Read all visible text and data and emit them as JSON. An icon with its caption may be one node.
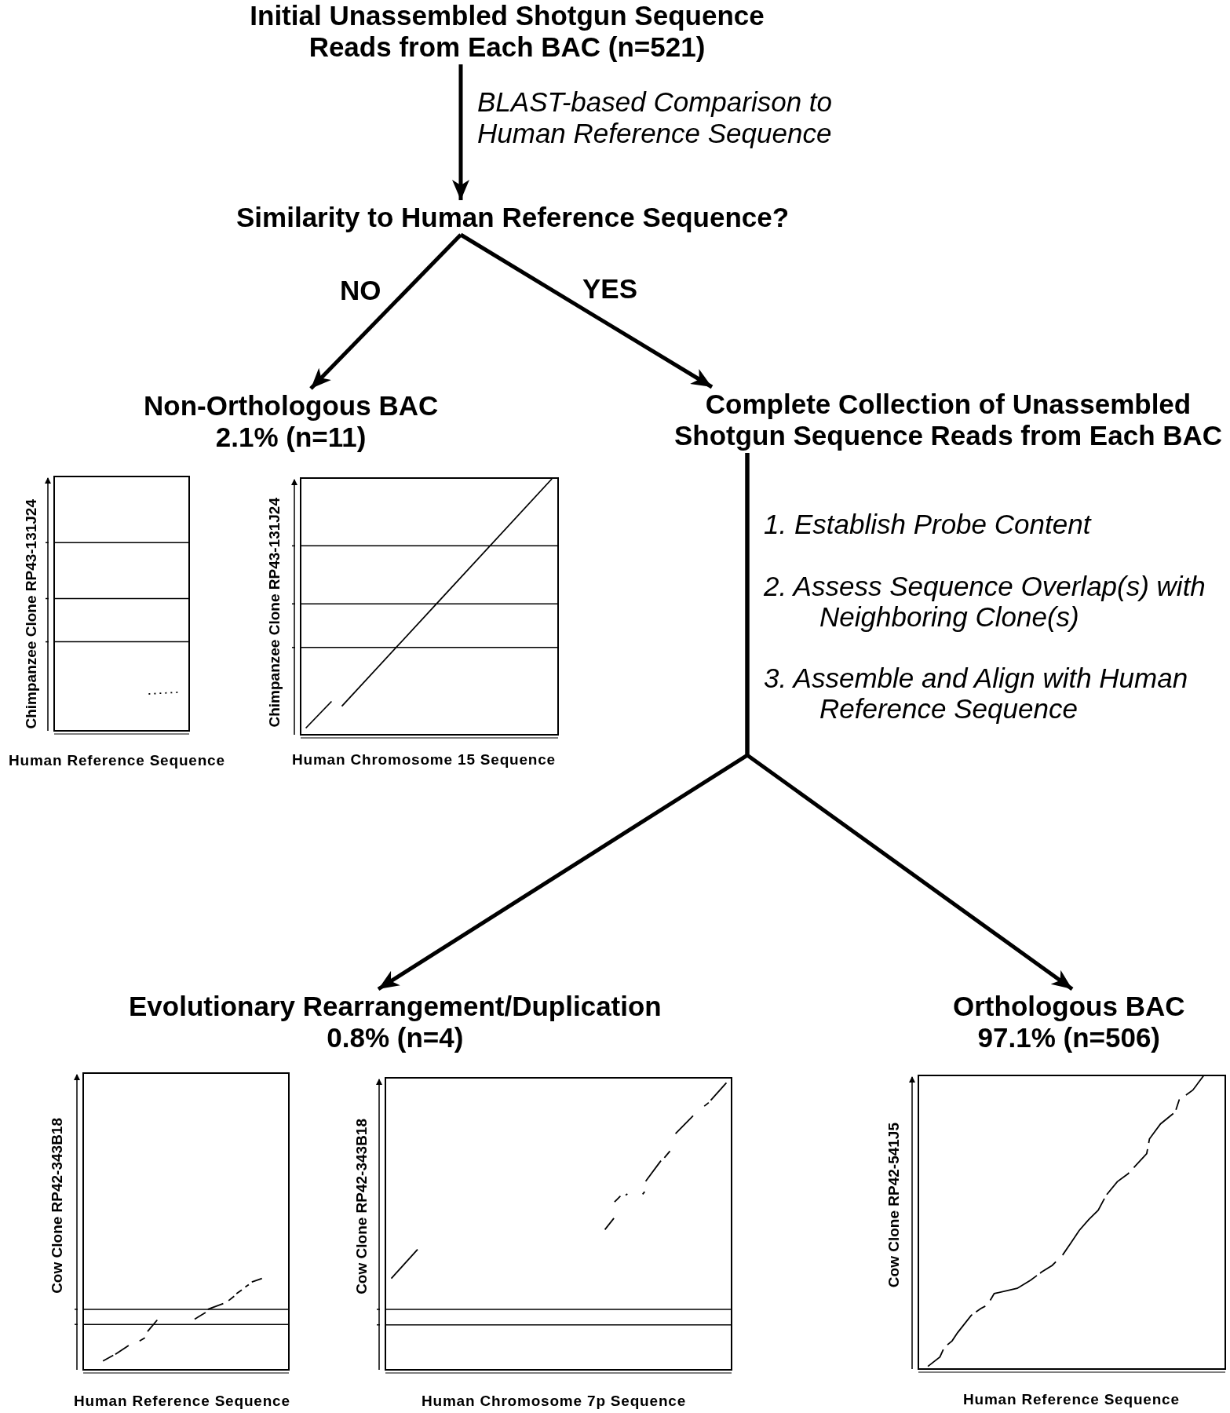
{
  "diagram": {
    "nodes": [
      {
        "text": [
          "Initial Unassembled Shotgun Sequence Reads from Each BAC (n=521)"
        ]
      },
      {
        "text": [
          "Similarity to Human Reference Sequence?"
        ]
      },
      {
        "text": [
          "Non-Orthologous BAC",
          "2.1% (n=11)"
        ]
      },
      {
        "text": [
          "Complete Collection of Unassembled Shotgun Sequence Reads from Each BAC"
        ]
      },
      {
        "text": [
          "Evolutionary Rearrangement/Duplication",
          "0.8% (n=4)"
        ]
      },
      {
        "text": [
          "Orthologous BAC",
          "97.1% (n=506)"
        ]
      }
    ],
    "edges": [
      {
        "from": 0,
        "to": 1,
        "arrow": "to",
        "label": "BLAST-based Comparison to Human Reference Sequence"
      },
      {
        "from": 1,
        "to": 2,
        "arrow": "to",
        "label": "NO"
      },
      {
        "from": 1,
        "to": 3,
        "arrow": "to",
        "label": "YES"
      },
      {
        "from": 3,
        "to": 4,
        "arrow": "to"
      },
      {
        "from": 3,
        "to": 5,
        "arrow": "to"
      }
    ],
    "labels": [
      "Chimpanzee Clone RP43-131J24",
      "Human Reference Sequence",
      "Chimpanzee Clone RP43-131J24",
      "Human Chromosome 15 Sequence",
      "1. Establish Probe Content",
      "2. Assess Sequence Overlap(s) with Neighboring Clone(s)",
      "3. Assemble and Align with Human Reference Sequence",
      "Cow Clone RP42-343B18",
      "Human Reference Sequence",
      "Cow Clone RP42-343B18",
      "Human Chromosome 7p Sequence",
      "Cow Clone RP42-541J5",
      "Human Reference Sequence"
    ]
  }
}
